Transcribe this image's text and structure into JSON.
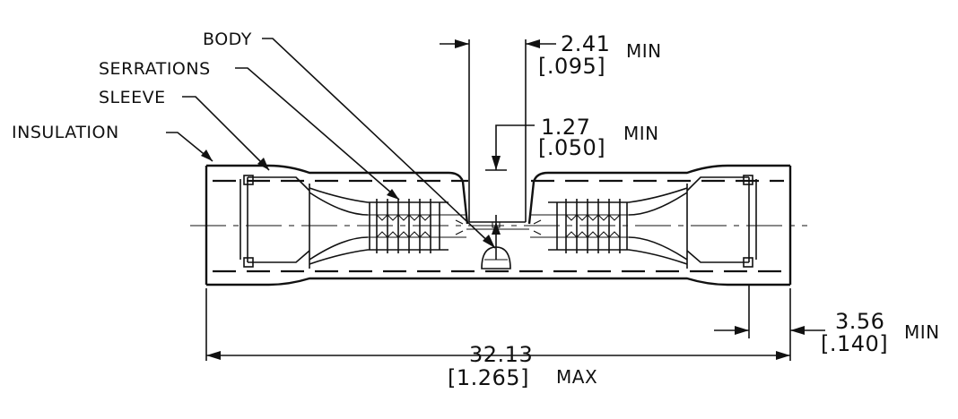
{
  "labels": {
    "body": "BODY",
    "serrations": "SERRATIONS",
    "sleeve": "SLEEVE",
    "insulation": "INSULATION"
  },
  "dimensions": {
    "top_gap": {
      "metric": "2.41",
      "imperial": "[.095]",
      "qualifier": "MIN"
    },
    "inner_gap": {
      "metric": "1.27",
      "imperial": "[.050]",
      "qualifier": "MIN"
    },
    "end_length": {
      "metric": "3.56",
      "imperial": "[.140]",
      "qualifier": "MIN"
    },
    "overall_length": {
      "metric": "32.13",
      "imperial": "[1.265]",
      "qualifier": "MAX"
    }
  }
}
